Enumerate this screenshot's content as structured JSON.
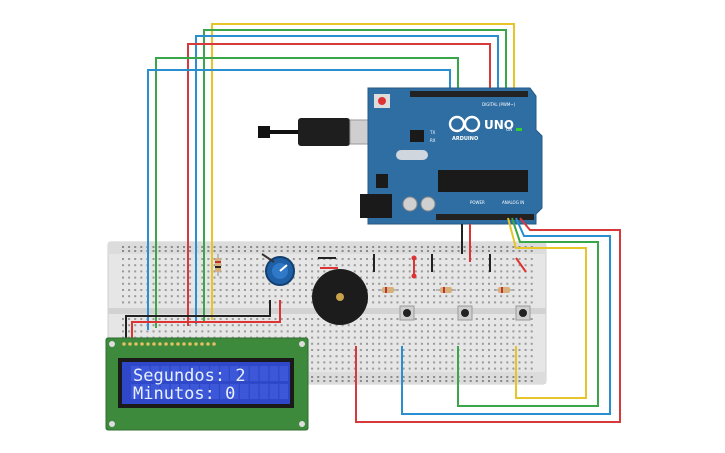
{
  "lcd": {
    "line1": "Segundos: 2",
    "line2": "Minutos: 0"
  },
  "arduino": {
    "model": "UNO",
    "brand": "ARDUINO",
    "header_digital": "DIGITAL (PWM~)",
    "header_analog": "ANALOG IN",
    "header_power": "POWER",
    "led_on": "ON",
    "led_tx": "TX",
    "led_rx": "RX"
  },
  "colors": {
    "board": "#2f6ea3",
    "breadboard": "#e8e8e8",
    "lcd_bezel": "#3d8a3d",
    "lcd_screen": "#2f48c9",
    "wire_red": "#d63a3a",
    "wire_blue": "#2a8fd0",
    "wire_green": "#3aa64a",
    "wire_yellow": "#e6c52a",
    "wire_black": "#222222"
  }
}
